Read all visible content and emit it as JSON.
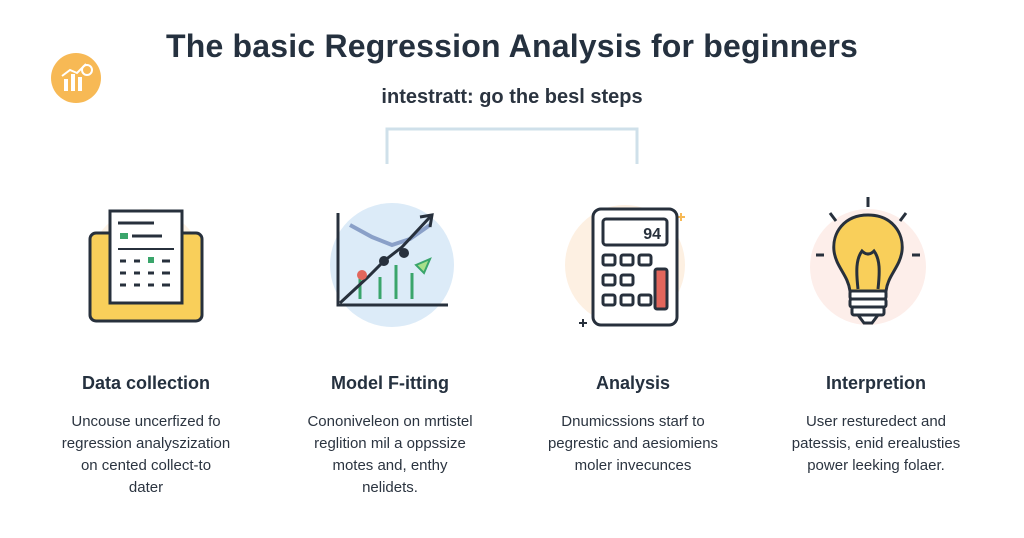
{
  "header": {
    "title": "The basic Regression Analysis for beginners",
    "subtitle": "intestratt: go the besl steps"
  },
  "steps": [
    {
      "icon": "folder-document-icon",
      "heading": "Data collection",
      "lines": [
        "Uncouse uncerfized fo",
        "regression analyszization",
        "on cented collect-to",
        "dater"
      ]
    },
    {
      "icon": "trend-chart-icon",
      "heading": "Model F-itting",
      "lines": [
        "Cononiveleon on mrtistel",
        "reglition mil a oppssize",
        "motes and, enthy",
        "nelidets."
      ]
    },
    {
      "icon": "calculator-icon",
      "heading": "Analysis",
      "display": "94",
      "lines": [
        "Dnumicssions starf to",
        "pegrestic and aesiomiens",
        "moler invecunces"
      ]
    },
    {
      "icon": "lightbulb-icon",
      "heading": "Interpretion",
      "lines": [
        "User resturedect and",
        "patessis, enid erealusties",
        "power leeking folaer."
      ]
    }
  ],
  "colors": {
    "accent_orange": "#f7b955",
    "folder_yellow": "#f9cf5a",
    "outline": "#27303c",
    "green": "#3aa56b",
    "red": "#e2665c",
    "blue_circle": "#dcebf8",
    "bracket": "#cfe0ea"
  }
}
